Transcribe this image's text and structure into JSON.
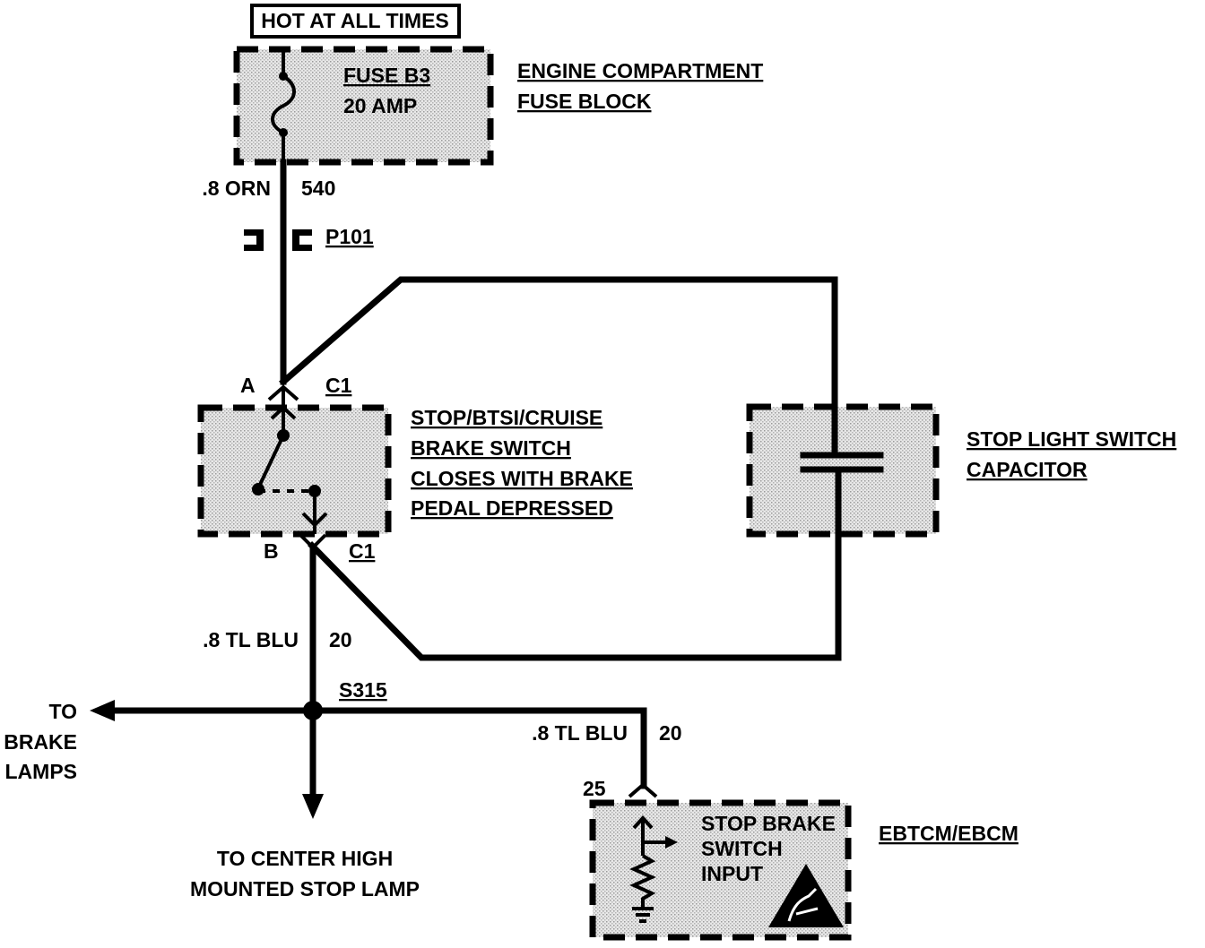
{
  "hot_label": "HOT AT ALL TIMES",
  "fuse": {
    "name": "FUSE B3",
    "rating": "20 AMP"
  },
  "fuse_block": {
    "line1": "ENGINE COMPARTMENT",
    "line2": "FUSE BLOCK"
  },
  "wire_top": {
    "gauge_color": ".8 ORN",
    "circuit": "540"
  },
  "connector_p101": "P101",
  "switch": {
    "pin_a": "A",
    "pin_a_conn": "C1",
    "pin_b": "B",
    "pin_b_conn": "C1",
    "line1": "STOP/BTSI/CRUISE",
    "line2": "BRAKE SWITCH",
    "line3": "CLOSES WITH BRAKE",
    "line4": "PEDAL DEPRESSED"
  },
  "capacitor": {
    "line1": "STOP LIGHT SWITCH",
    "line2": "CAPACITOR"
  },
  "wire_mid": {
    "gauge_color": ".8 TL BLU",
    "circuit": "20"
  },
  "splice": "S315",
  "to_brake_lamps": {
    "line1": "TO",
    "line2": "BRAKE",
    "line3": "LAMPS"
  },
  "to_chmsl": {
    "line1": "TO CENTER HIGH",
    "line2": "MOUNTED STOP LAMP"
  },
  "wire_right": {
    "gauge_color": ".8 TL BLU",
    "circuit": "20"
  },
  "ebcm": {
    "pin": "25",
    "name": "EBTCM/EBCM",
    "line1": "STOP BRAKE",
    "line2": "SWITCH",
    "line3": "INPUT"
  }
}
